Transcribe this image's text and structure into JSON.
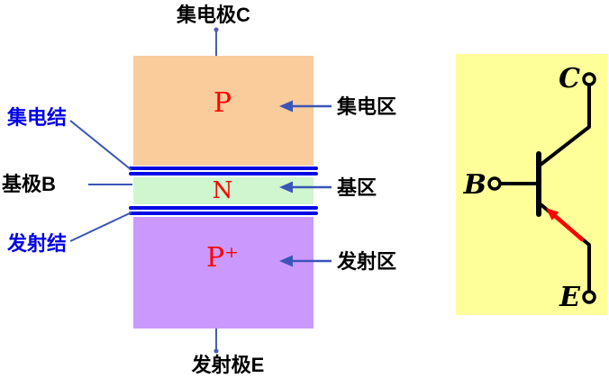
{
  "diagram": {
    "collector_terminal": "集电极C",
    "collector_doping": "P",
    "collector_region": "集电区",
    "collector_junction": "集电结",
    "base_terminal": "基极B",
    "base_doping": "N",
    "base_region": "基区",
    "emitter_junction": "发射结",
    "emitter_doping": "P⁺",
    "emitter_region": "发射区",
    "emitter_terminal": "发射极E"
  },
  "symbol": {
    "collector": "C",
    "base": "B",
    "emitter": "E"
  },
  "colors": {
    "collector_fill": "#FACB9B",
    "base_fill": "#CFF6CF",
    "emitter_fill": "#CB99FE",
    "junction_blue": "#0008E6",
    "blue_label": "#0000E6",
    "doping_red": "#FF0000",
    "leader_blue": "#3A55B8",
    "terminal_line_blue": "#4A5BB0",
    "symbol_panel_fill": "#FFFF99",
    "symbol_line_black": "#000000",
    "emitter_arrow_red": "#FF0000"
  }
}
